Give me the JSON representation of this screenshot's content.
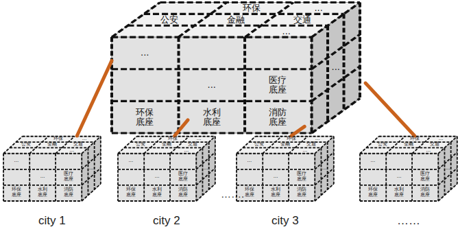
{
  "diagram": {
    "nodes": [
      {
        "text": [
          "公安",
          "环保",
          "...",
          "金融",
          "交通",
          "...",
          "...",
          "医疗底座",
          "环保底座",
          "...",
          "水利底座",
          "消防底座",
          "..."
        ]
      },
      {
        "text": [
          "公安",
          "环保",
          "...",
          "金融",
          "交通",
          "...",
          "...",
          "医疗底座",
          "环保底座",
          "...",
          "水利底座",
          "消防底座",
          "...",
          "city 1"
        ]
      },
      {
        "text": [
          "公安",
          "环保",
          "...",
          "金融",
          "交通",
          "...",
          "...",
          "医疗底座",
          "环保底座",
          "...",
          "水利底座",
          "消防底座",
          "...",
          "city 2"
        ]
      },
      {
        "text": [
          "公安",
          "环保",
          "...",
          "金融",
          "交通",
          "...",
          "...",
          "医疗底座",
          "环保底座",
          "...",
          "水利底座",
          "消防底座",
          "...",
          "city 3"
        ]
      },
      {
        "text": [
          "公安",
          "环保",
          "...",
          "金融",
          "交通",
          "...",
          "...",
          "医疗底座",
          "环保底座",
          "...",
          "水利底座",
          "消防底座",
          "...",
          "……"
        ]
      }
    ],
    "edges": [
      {
        "from": 0,
        "to": 1,
        "arrow": "none"
      },
      {
        "from": 0,
        "to": 2,
        "arrow": "none"
      },
      {
        "from": 0,
        "to": 3,
        "arrow": "none"
      },
      {
        "from": 0,
        "to": 4,
        "arrow": "none"
      }
    ],
    "labels": [
      "……."
    ]
  }
}
